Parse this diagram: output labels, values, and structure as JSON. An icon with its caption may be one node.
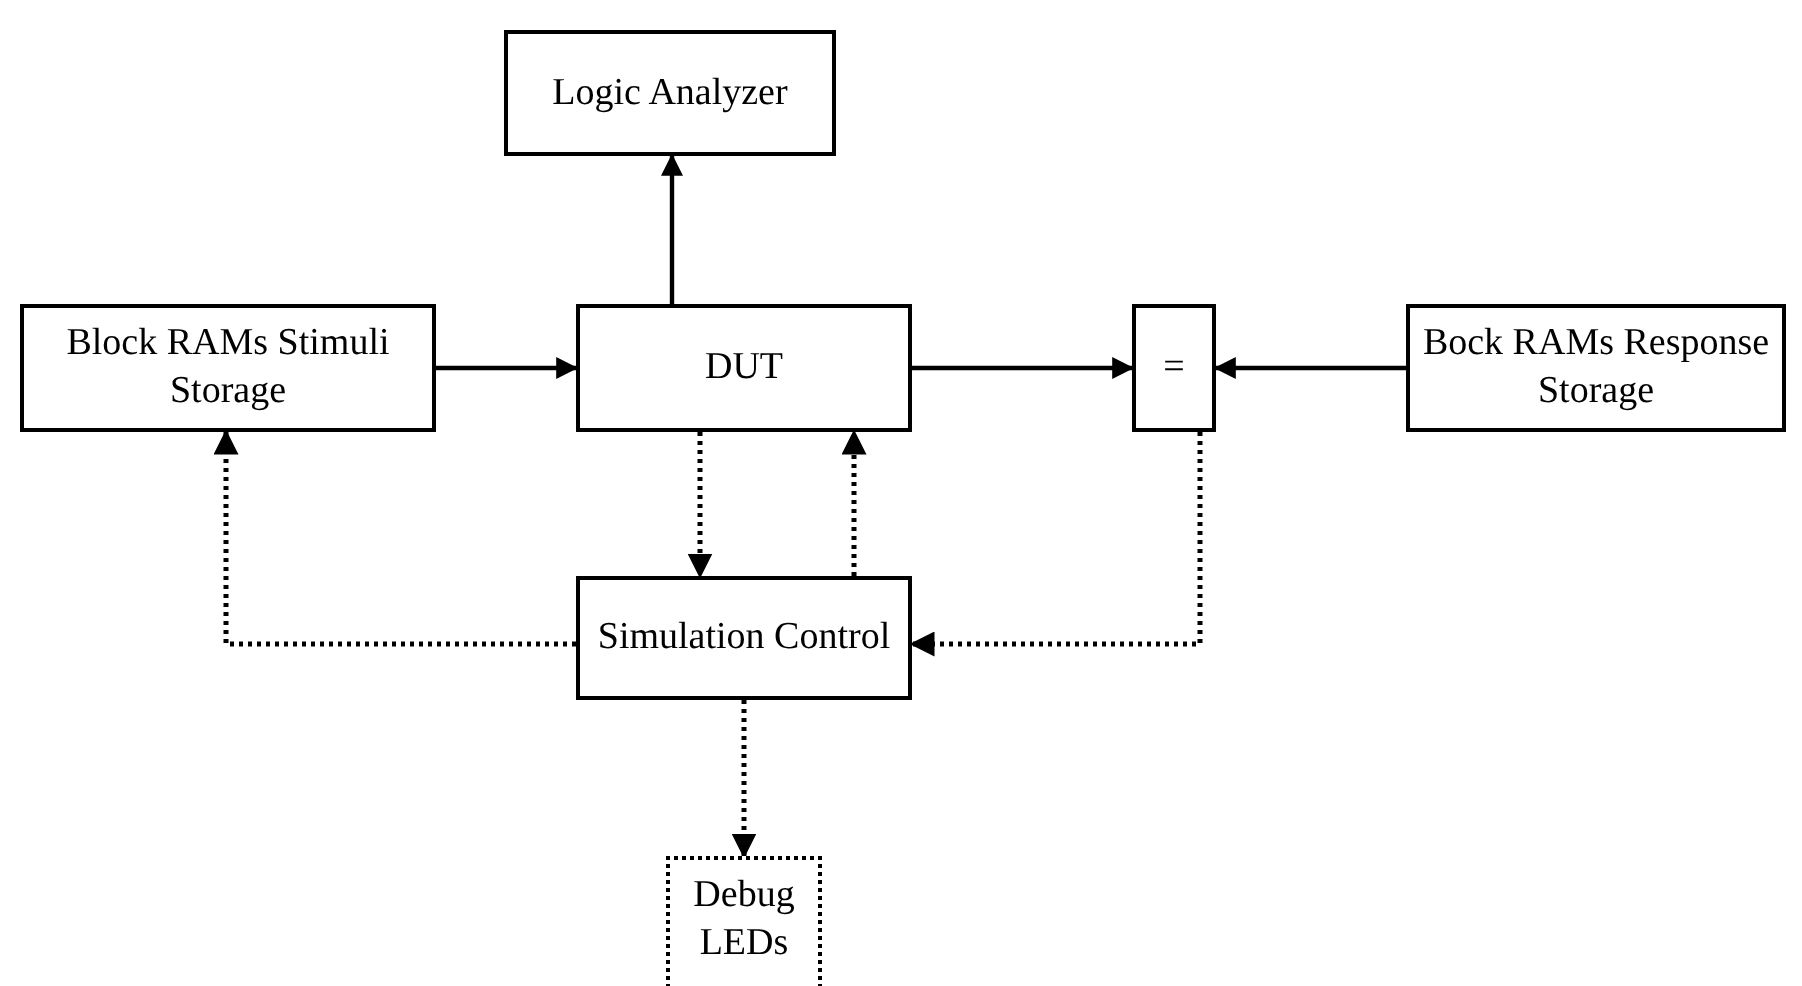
{
  "diagram": {
    "nodes": [
      {
        "text": [
          "Logic Analyzer"
        ]
      },
      {
        "text": [
          "Block RAMs Stimuli Storage"
        ]
      },
      {
        "text": [
          "DUT"
        ]
      },
      {
        "text": [
          "="
        ]
      },
      {
        "text": [
          "Bock RAMs Response Storage"
        ]
      },
      {
        "text": [
          "Simulation Control"
        ]
      },
      {
        "text": [
          "Debug LEDs"
        ]
      }
    ],
    "edges": [
      {
        "from": 1,
        "to": 2,
        "arrow": "to"
      },
      {
        "from": 2,
        "to": 0,
        "arrow": "to"
      },
      {
        "from": 2,
        "to": 3,
        "arrow": "to"
      },
      {
        "from": 4,
        "to": 3,
        "arrow": "to"
      },
      {
        "from": 2,
        "to": 5,
        "arrow": "to",
        "style": "dashed"
      },
      {
        "from": 5,
        "to": 2,
        "arrow": "to",
        "style": "dashed"
      },
      {
        "from": 5,
        "to": 1,
        "arrow": "to",
        "style": "dashed"
      },
      {
        "from": 3,
        "to": 5,
        "arrow": "to",
        "style": "dashed"
      },
      {
        "from": 5,
        "to": 6,
        "arrow": "to",
        "style": "dashed"
      }
    ]
  }
}
